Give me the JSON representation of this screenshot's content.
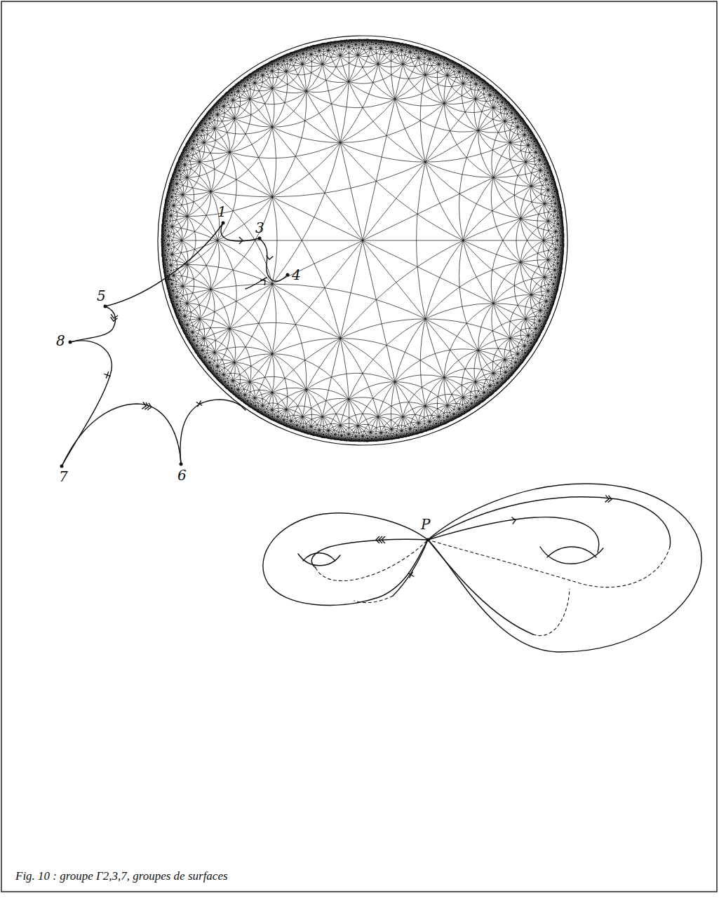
{
  "diagram": {
    "caption": "Fig. 10 : groupe Γ2,3,7, groupes de surfaces",
    "labels": [
      "1",
      "3",
      "4",
      "5",
      "8",
      "7",
      "6",
      "P"
    ]
  }
}
